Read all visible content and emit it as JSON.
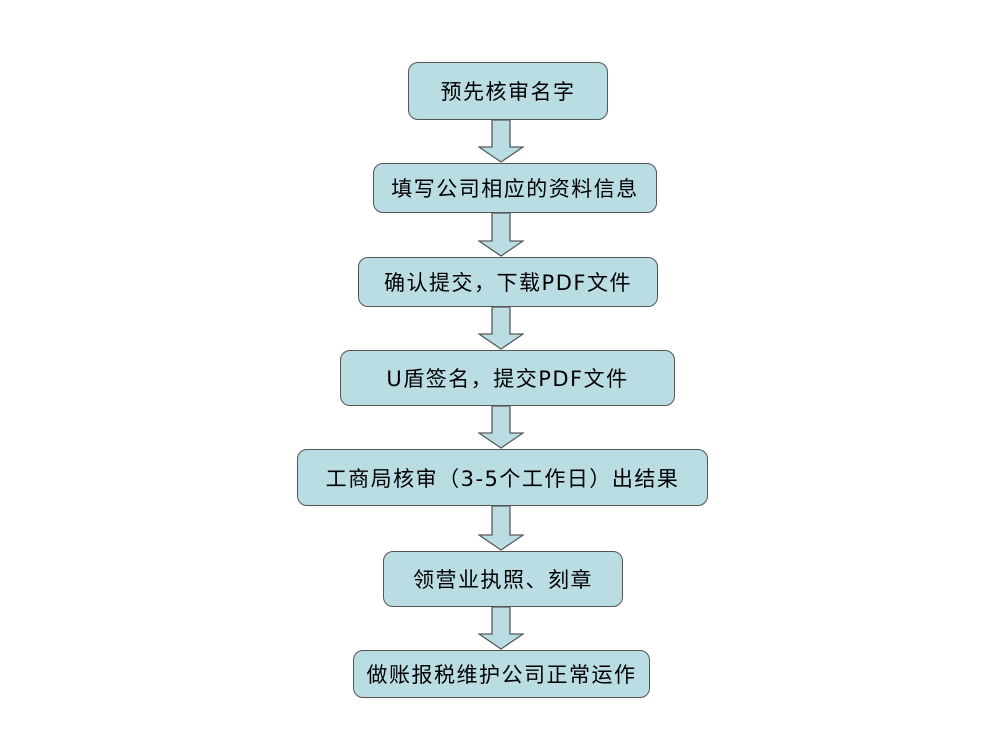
{
  "diagram": {
    "type": "flowchart",
    "direction": "top-to-bottom",
    "colors": {
      "background": "#ffffff",
      "node_fill": "#b9dde3",
      "node_stroke": "#545454",
      "arrow_fill": "#b9dde3",
      "arrow_stroke": "#5a5a5a",
      "text": "#000000"
    },
    "steps": [
      {
        "label": "预先核审名字"
      },
      {
        "label": "填写公司相应的资料信息"
      },
      {
        "label": "确认提交，下载PDF文件"
      },
      {
        "label": "U盾签名，提交PDF文件"
      },
      {
        "label": "工商局核审（3-5个工作日）出结果"
      },
      {
        "label": "领营业执照、刻章"
      },
      {
        "label": "做账报税维护公司正常运作"
      }
    ],
    "connector": "down-block-arrow"
  }
}
